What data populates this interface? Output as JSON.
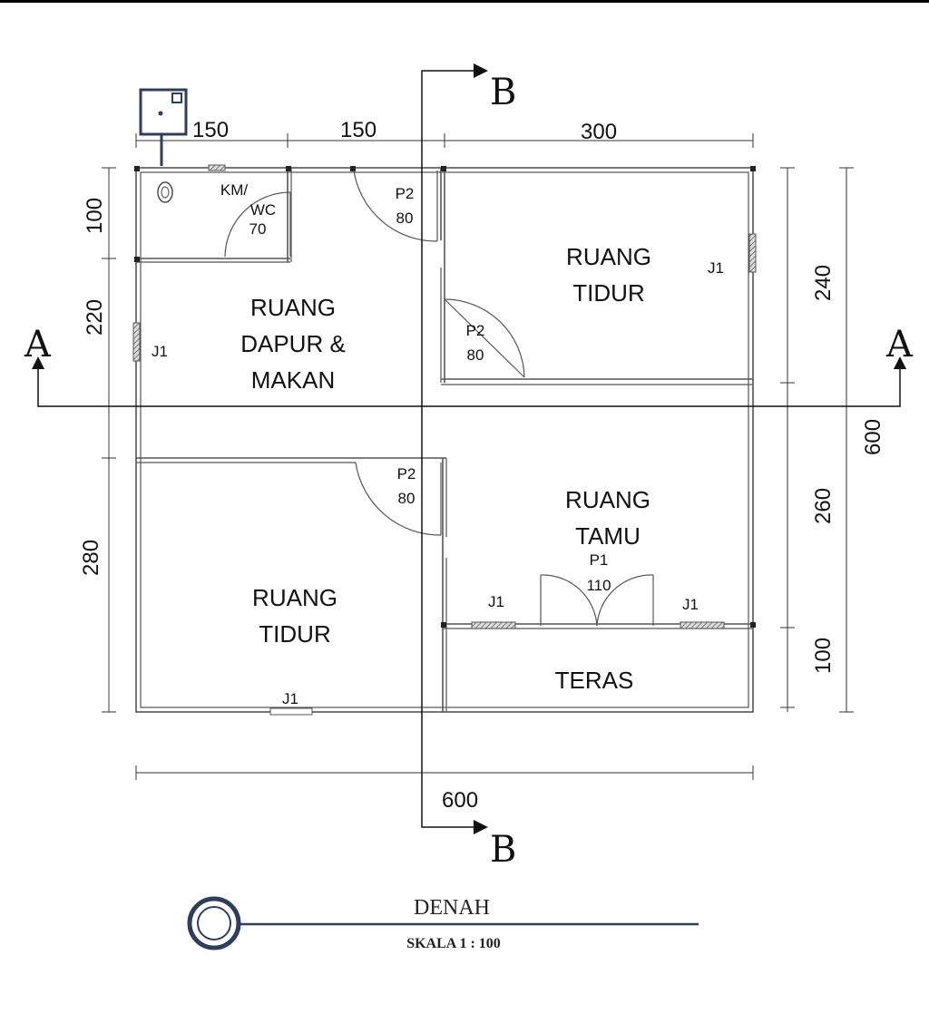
{
  "drawing": {
    "title": "DENAH",
    "scale": "SKALA 1 : 100"
  },
  "section_marks": {
    "a": "A",
    "b": "B"
  },
  "dimensions": {
    "top_1": "150",
    "top_2": "150",
    "top_3": "300",
    "left_1": "100",
    "left_2": "220",
    "left_3": "280",
    "right_1": "240",
    "right_2": "260",
    "right_3": "100",
    "right_total": "600",
    "bottom_total": "600"
  },
  "rooms": {
    "wc_line1": "KM/",
    "wc_line2": "WC",
    "wc_door": "70",
    "dapur_line1": "RUANG",
    "dapur_line2": "DAPUR &",
    "dapur_line3": "MAKAN",
    "tidur1_line1": "RUANG",
    "tidur1_line2": "TIDUR",
    "tidur2_line1": "RUANG",
    "tidur2_line2": "TIDUR",
    "tamu_line1": "RUANG",
    "tamu_line2": "TAMU",
    "teras": "TERAS"
  },
  "openings": {
    "p2": "P2",
    "p2_width": "80",
    "p1": "P1",
    "p1_width": "110",
    "j1": "J1"
  },
  "colors": {
    "accent": "#2f3e5c",
    "line": "#555555"
  }
}
